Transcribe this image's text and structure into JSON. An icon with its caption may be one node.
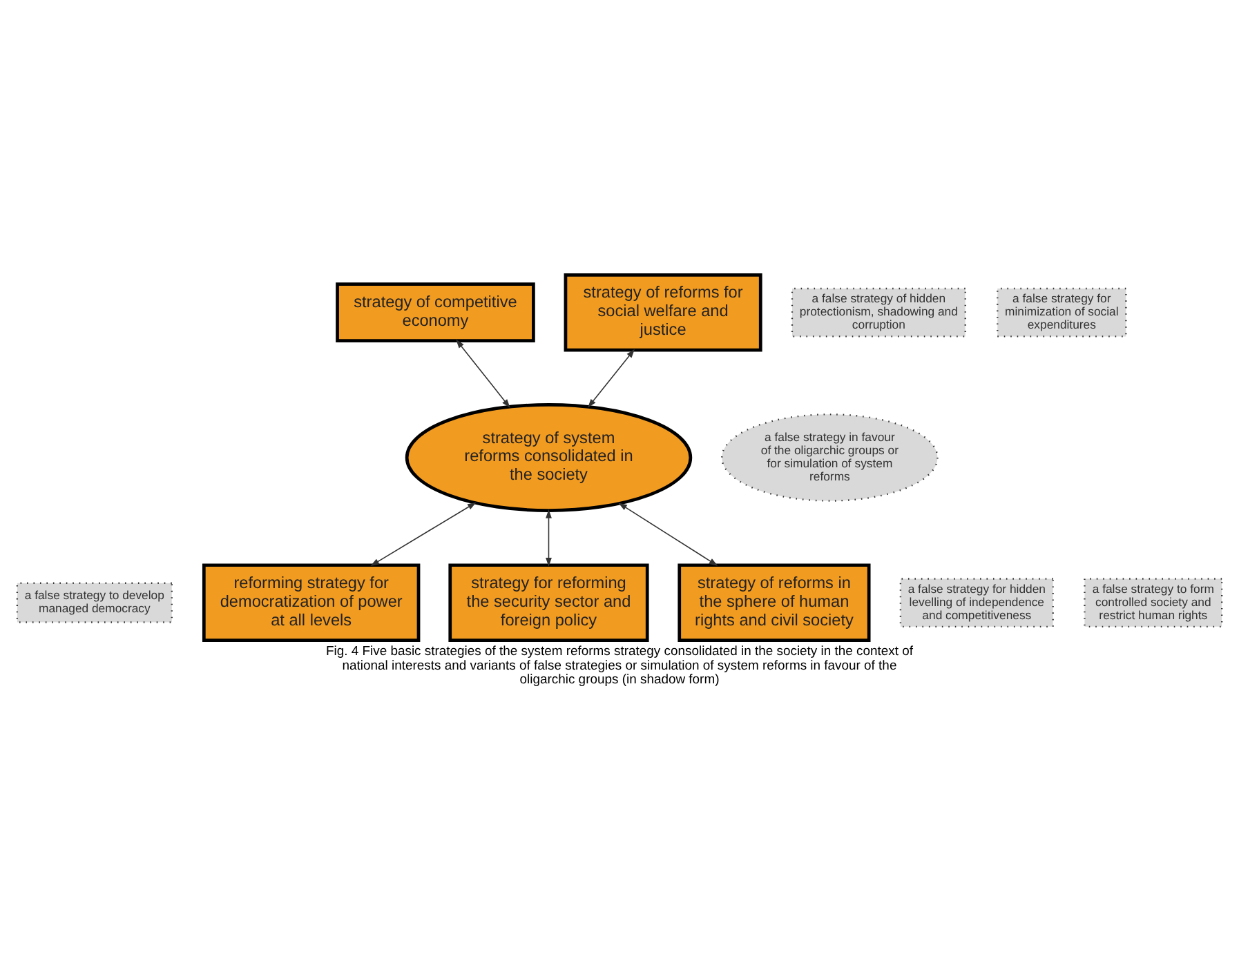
{
  "diagram": {
    "caption": "Fig. 4 Five basic strategies of the system reforms strategy consolidated in the society in the context of national interests and variants of false strategies or simulation of system reforms in favour of the oligarchic groups (in shadow form)",
    "nodes": [
      {
        "text": [
          "a false strategy to develop managed democracy"
        ]
      },
      {
        "text": [
          "reforming strategy for democratization of power at all levels"
        ]
      },
      {
        "text": [
          "a false strategy of hidden protectionism, shadowing and corruption"
        ]
      },
      {
        "text": [
          "a false strategy in favour of the oligarchic groups or for simulation of system reforms"
        ]
      },
      {
        "text": [
          "a false strategy for hidden levelling of independence and competitiveness"
        ]
      },
      {
        "text": [
          "strategy of competitive economy"
        ]
      },
      {
        "text": [
          "strategy of system reforms consolidated in the society"
        ]
      },
      {
        "text": [
          "strategy for reforming the security sector and foreign policy"
        ]
      },
      {
        "text": [
          "a false strategy for minimization of social expenditures"
        ]
      },
      {
        "text": [
          "a false strategy to form controlled society and restrict human rights"
        ]
      },
      {
        "text": [
          "strategy of reforms for social welfare and justice"
        ]
      },
      {
        "text": [
          "strategy of reforms in the sphere of human rights and civil society"
        ]
      }
    ],
    "edges": [
      {
        "from": 6,
        "to": 1,
        "arrow": "both"
      },
      {
        "from": 5,
        "to": 6,
        "arrow": "both"
      },
      {
        "from": 6,
        "to": 7,
        "arrow": "both"
      },
      {
        "from": 10,
        "to": 6,
        "arrow": "both"
      },
      {
        "from": 6,
        "to": 11,
        "arrow": "both"
      }
    ]
  }
}
